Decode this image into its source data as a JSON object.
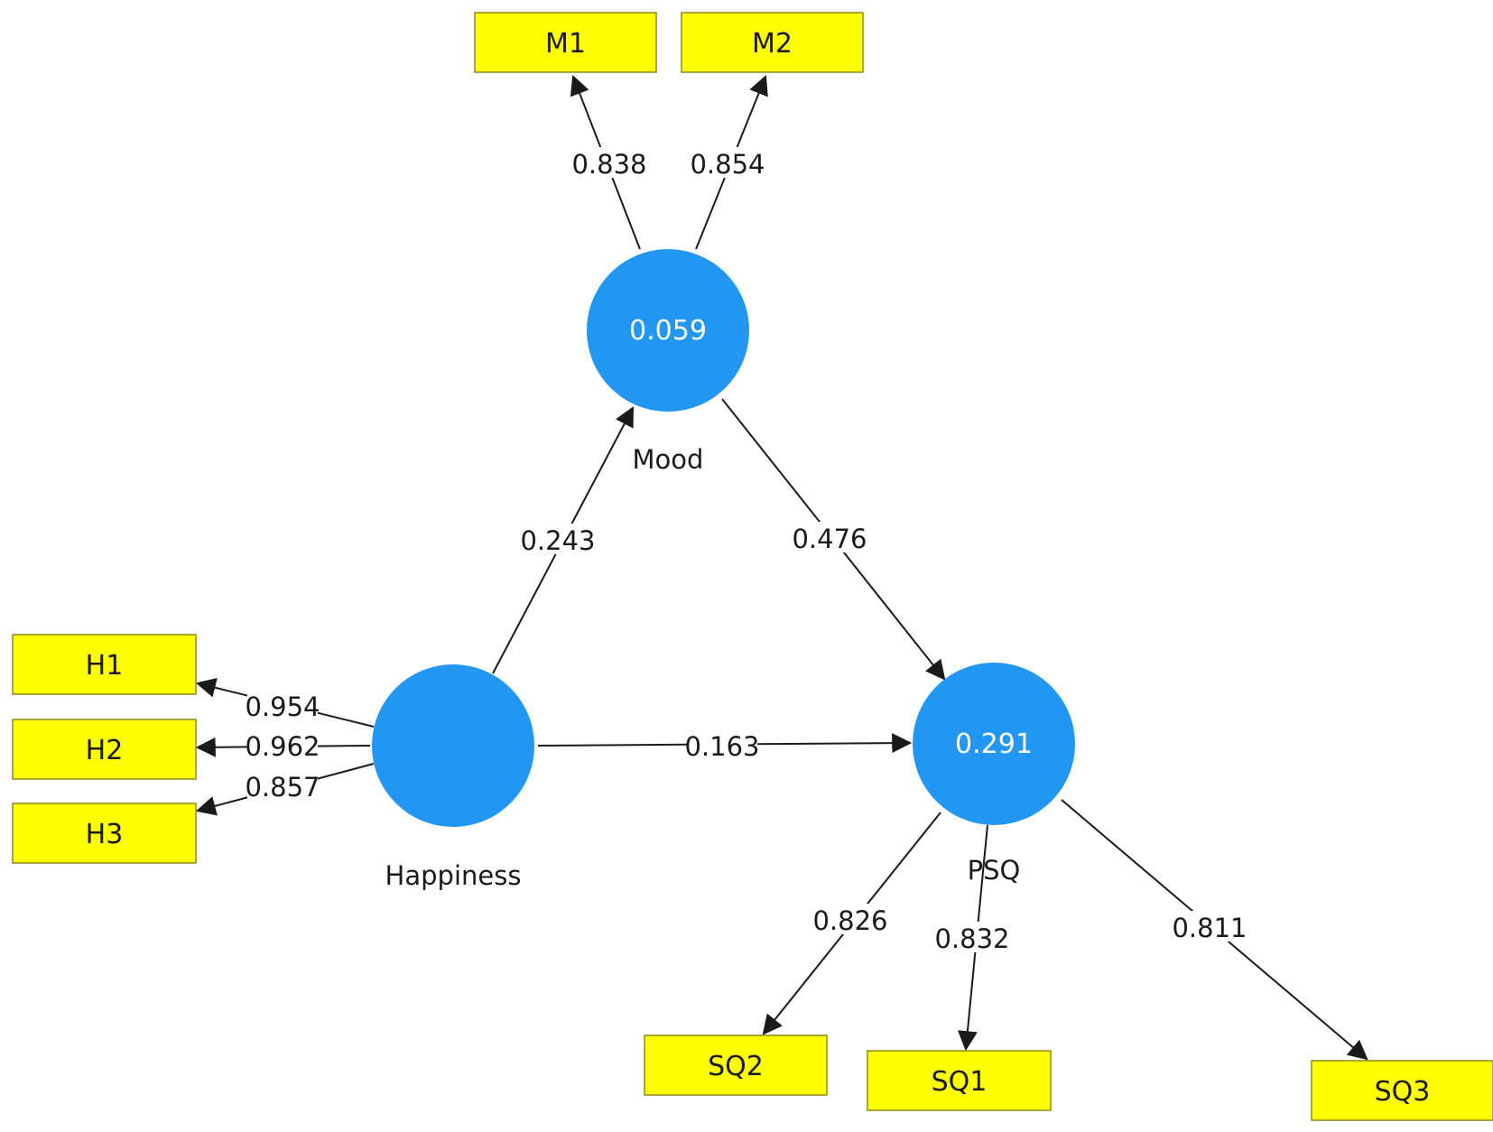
{
  "colors": {
    "latent": "#2196F3",
    "indicator": "#FFFF00",
    "edge": "#1a1a1a",
    "background": "#ffffff"
  },
  "latent_variables": [
    {
      "id": "mood",
      "name": "Mood",
      "r_squared": "0.059"
    },
    {
      "id": "happiness",
      "name": "Happiness",
      "r_squared": ""
    },
    {
      "id": "psq",
      "name": "PSQ",
      "r_squared": "0.291"
    }
  ],
  "indicators": [
    {
      "id": "m1",
      "label": "M1"
    },
    {
      "id": "m2",
      "label": "M2"
    },
    {
      "id": "h1",
      "label": "H1"
    },
    {
      "id": "h2",
      "label": "H2"
    },
    {
      "id": "h3",
      "label": "H3"
    },
    {
      "id": "sq2",
      "label": "SQ2"
    },
    {
      "id": "sq1",
      "label": "SQ1"
    },
    {
      "id": "sq3",
      "label": "SQ3"
    }
  ],
  "paths": [
    {
      "from": "happiness",
      "to": "mood",
      "coefficient": "0.243"
    },
    {
      "from": "mood",
      "to": "psq",
      "coefficient": "0.476"
    },
    {
      "from": "happiness",
      "to": "psq",
      "coefficient": "0.163"
    }
  ],
  "loadings": [
    {
      "from": "mood",
      "to": "m1",
      "value": "0.838"
    },
    {
      "from": "mood",
      "to": "m2",
      "value": "0.854"
    },
    {
      "from": "happiness",
      "to": "h1",
      "value": "0.954"
    },
    {
      "from": "happiness",
      "to": "h2",
      "value": "0.962"
    },
    {
      "from": "happiness",
      "to": "h3",
      "value": "0.857"
    },
    {
      "from": "psq",
      "to": "sq2",
      "value": "0.826"
    },
    {
      "from": "psq",
      "to": "sq1",
      "value": "0.832"
    },
    {
      "from": "psq",
      "to": "sq3",
      "value": "0.811"
    }
  ]
}
